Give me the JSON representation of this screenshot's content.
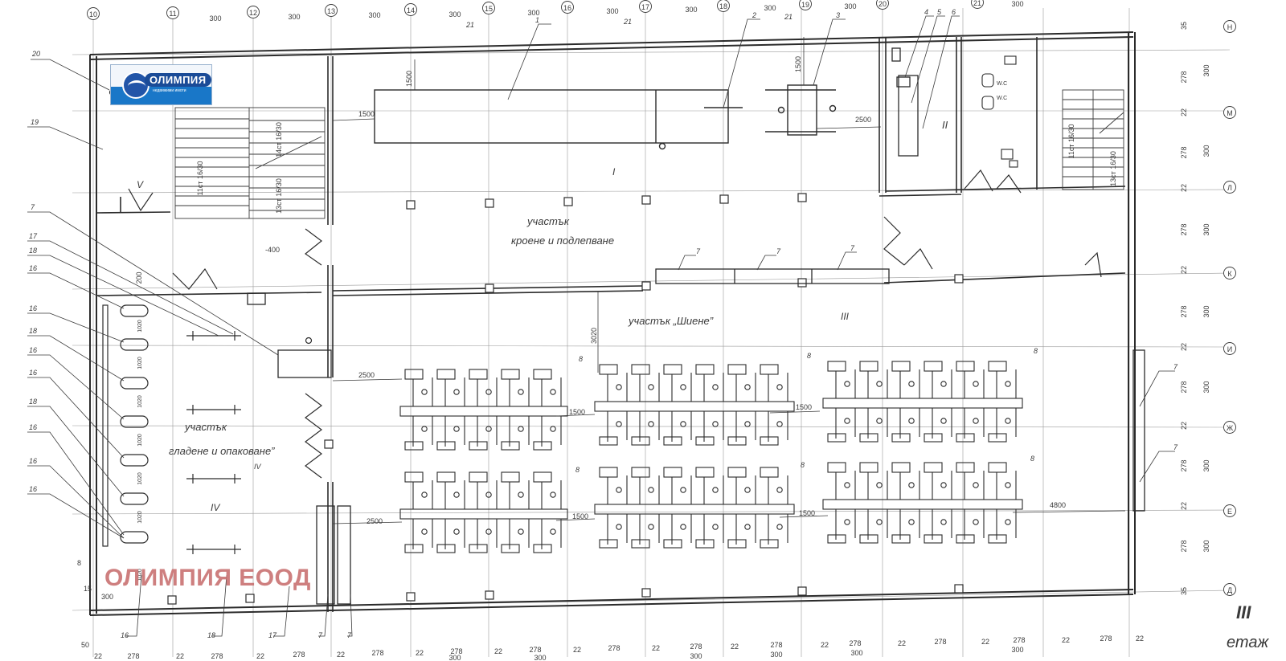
{
  "drawing": {
    "floor_numeral": "III",
    "floor_word": "етаж",
    "zone_labels": {
      "zone_1": "I",
      "zone_2": "II",
      "zone_3": "III",
      "zone_4": "IV",
      "zone_4_small": "IV",
      "zone_5": "V"
    },
    "section_cutting": {
      "line1": "участък",
      "line2": "кроене и подлепване"
    },
    "section_sewing": "участък „Шиене”",
    "section_ironing": {
      "line1": "участък",
      "line2": "гладене и опаковане”"
    },
    "stairs": {
      "left_a": "11ст 16/30",
      "left_b": "14ст 16/30",
      "left_c": "13ст 16/30",
      "right_a": "11ст 16/30",
      "right_b": "13ст 16/30"
    },
    "wc": [
      "W.C",
      "W.C"
    ],
    "column_axes": [
      "10",
      "11",
      "12",
      "13",
      "14",
      "15",
      "16",
      "17",
      "18",
      "19",
      "20",
      "21"
    ],
    "row_axes": [
      "Н",
      "М",
      "Л",
      "К",
      "И",
      "Ж",
      "Е",
      "Д"
    ],
    "dimensions": {
      "top_spacing": "300",
      "right_section": "300",
      "right_column": "278",
      "right_gap": "22",
      "right_edge": "35",
      "bottom_spacing": "278",
      "bottom_gap": "22",
      "bottom_span": "300",
      "d1500": "1500",
      "d2500": "2500",
      "d3020": "3020",
      "d4800": "4800",
      "d400": "-400",
      "d200": "200",
      "d50": "50",
      "d15": "15",
      "d8": "8",
      "d1020": "1020"
    },
    "callouts": {
      "n1": "1",
      "n2": "2",
      "n3": "3",
      "n4": "4",
      "n5": "5",
      "n6": "6",
      "n7": "7",
      "n8": "8",
      "n15": "15",
      "n16": "16",
      "n17": "17",
      "n18": "18",
      "n19": "19",
      "n20": "20",
      "n21": "21"
    }
  },
  "logo": {
    "name": "ОЛИМПИЯ",
    "tagline": "недвижими имоти"
  },
  "watermark": "ОЛИМПИЯ ЕООД"
}
